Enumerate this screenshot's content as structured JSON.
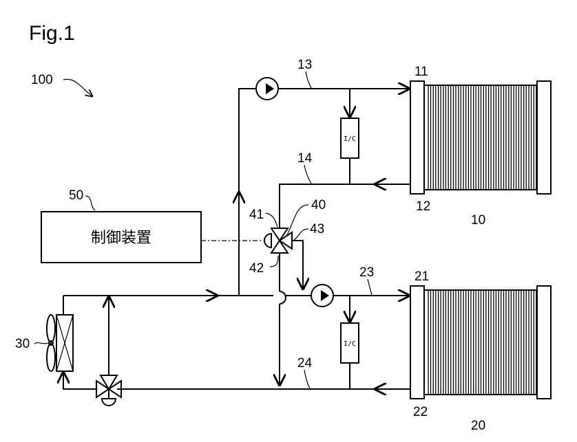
{
  "figure": {
    "title": "Fig.1",
    "system_label": "100"
  },
  "controller": {
    "ref": "50",
    "label": "制御装置"
  },
  "stack1": {
    "ref": "10",
    "inlet_ref": "11",
    "outlet_ref": "12",
    "supply_pipe_ref": "13",
    "return_pipe_ref": "14"
  },
  "stack2": {
    "ref": "20",
    "inlet_ref": "21",
    "outlet_ref": "22",
    "supply_pipe_ref": "23",
    "return_pipe_ref": "24"
  },
  "radiator": {
    "ref": "30"
  },
  "valve": {
    "ref": "40",
    "port1_ref": "41",
    "port2_ref": "42",
    "port3_ref": "43"
  },
  "ion_exchanger": {
    "label": "I/C"
  }
}
